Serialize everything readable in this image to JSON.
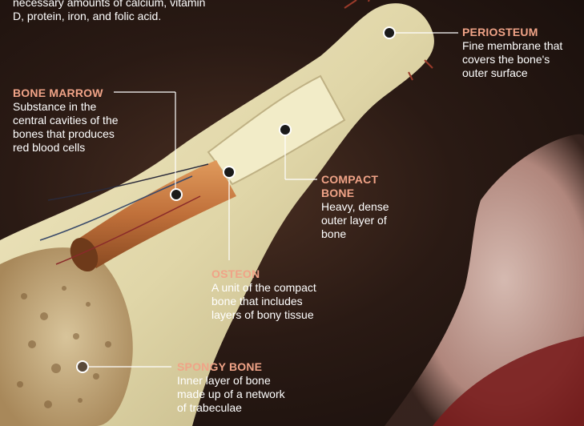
{
  "intro": {
    "line1": "necessary amounts of calcium, vitamin",
    "line2": "D, protein, iron, and folic acid."
  },
  "callouts": {
    "periosteum": {
      "title": "PERIOSTEUM",
      "lines": [
        "Fine membrane that",
        "covers the bone's",
        "outer surface"
      ]
    },
    "bone_marrow": {
      "title": "BONE MARROW",
      "lines": [
        "Substance in the",
        "central cavities of the",
        "bones that produces",
        "red blood cells"
      ]
    },
    "compact_bone": {
      "title_lines": [
        "COMPACT",
        "BONE"
      ],
      "lines": [
        "Heavy, dense",
        "outer layer of",
        "bone"
      ]
    },
    "osteon": {
      "title": "OSTEON",
      "lines": [
        "A unit of the compact",
        "bone that includes",
        "layers of bony tissue"
      ]
    },
    "spongy_bone": {
      "title": "SPONGY BONE",
      "lines": [
        "Inner layer of bone",
        "made up of a network",
        "of trabeculae"
      ]
    }
  },
  "colors": {
    "heading": "#f0a387",
    "body_text": "#ffffff",
    "leader_line": "#ffffff",
    "bone": "#e8dfb6",
    "marrow": "#c97a3e"
  }
}
